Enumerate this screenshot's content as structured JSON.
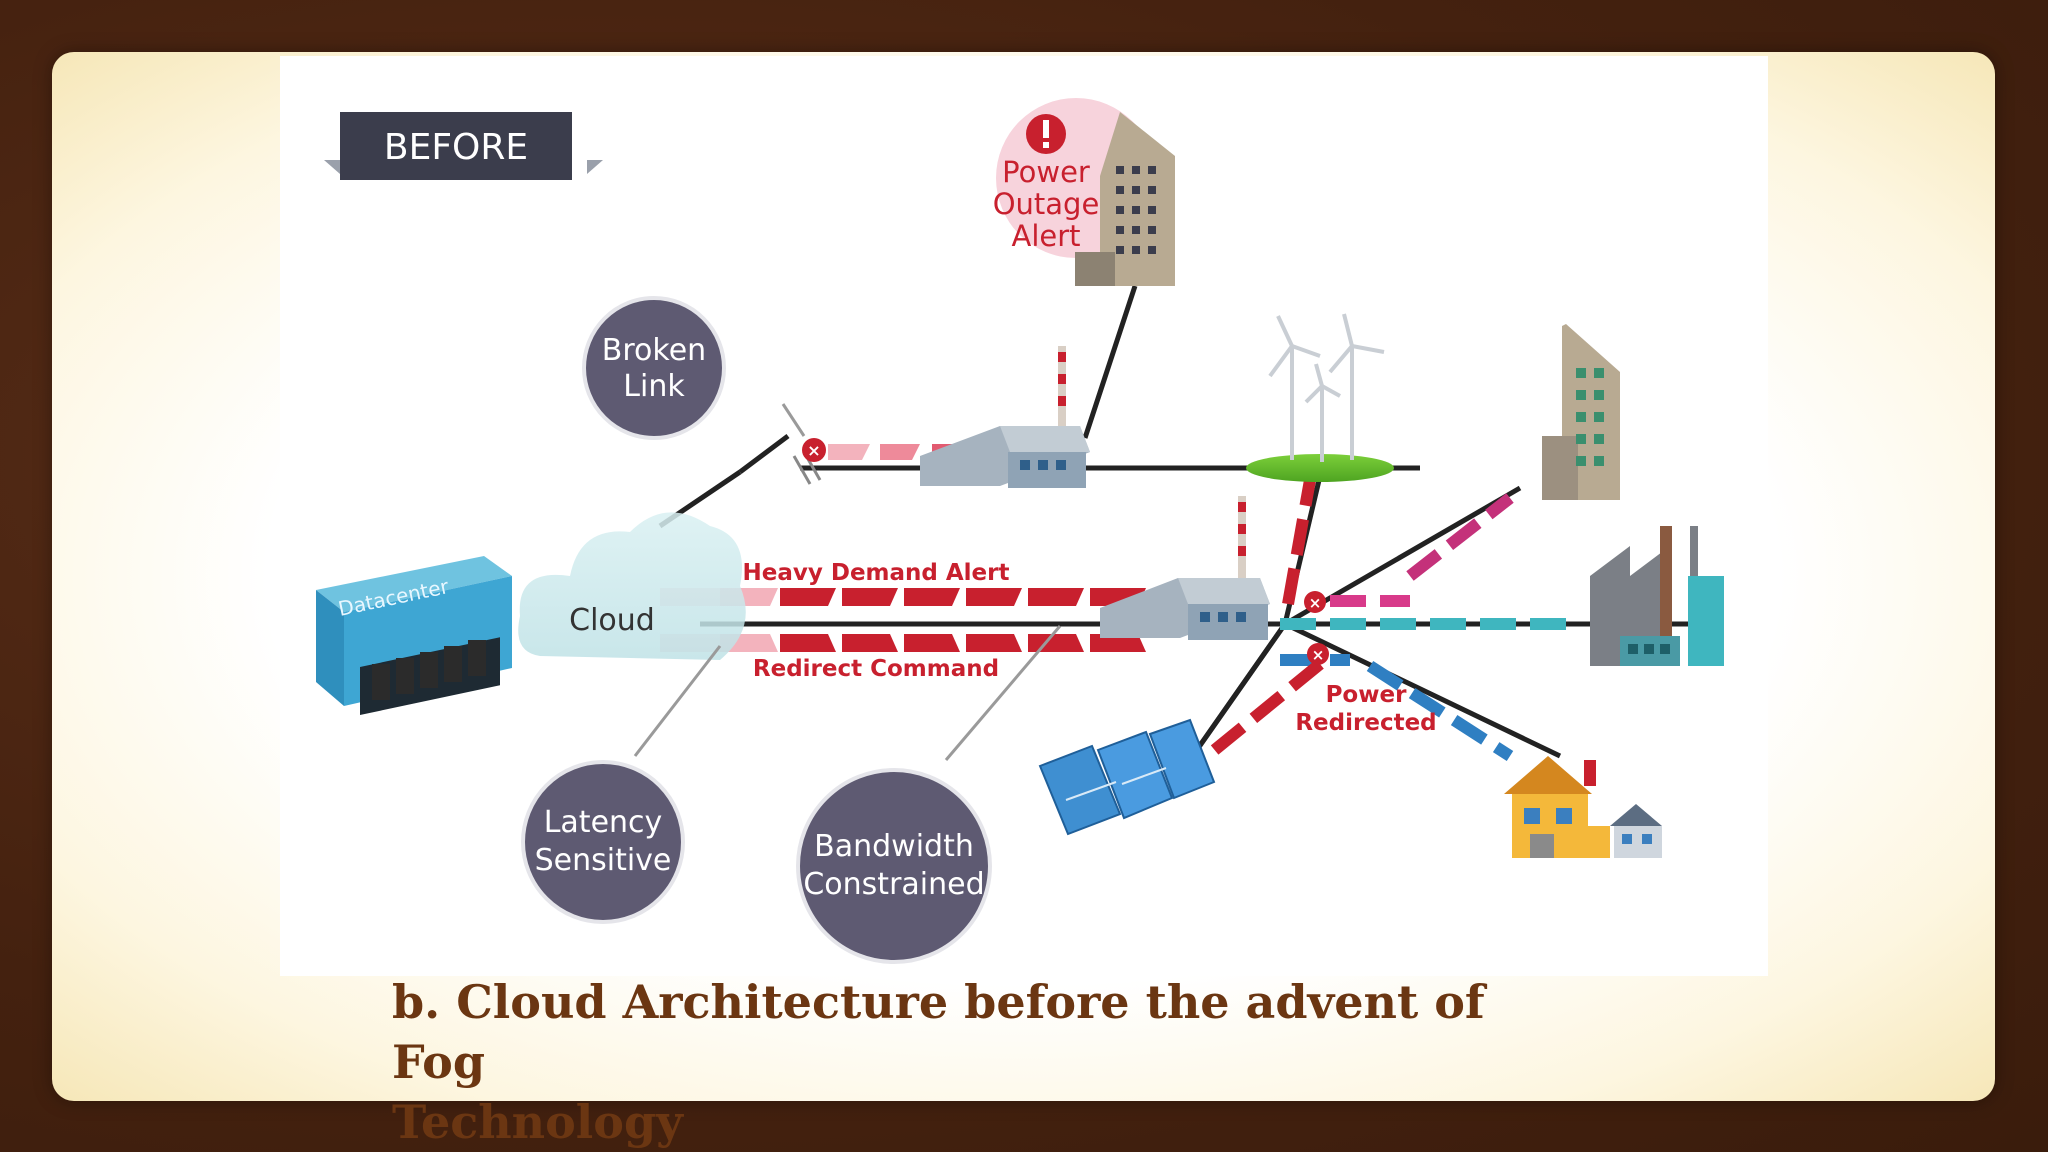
{
  "badge": {
    "label": "BEFORE"
  },
  "callouts": {
    "power_outage": [
      "Power",
      "Outage",
      "Alert"
    ],
    "broken_link": [
      "Broken",
      "Link"
    ],
    "latency": [
      "Latency",
      "Sensitive"
    ],
    "bandwidth": [
      "Bandwidth",
      "Constrained"
    ]
  },
  "labels": {
    "datacenter": "Datacenter",
    "cloud": "Cloud",
    "heavy_demand": "Heavy Demand Alert",
    "redirect": "Redirect Command",
    "power_redirected": [
      "Power",
      "Redirected"
    ]
  },
  "caption": {
    "line1": "b. Cloud Architecture before the advent of Fog",
    "line2": "Technology"
  },
  "colors": {
    "alert_red": "#c8202e",
    "bubble": "#5e5a72",
    "pink": "#f3b3bd",
    "teal": "#3fb6bf",
    "blue": "#2f7fc2",
    "magenta": "#c4317a"
  }
}
